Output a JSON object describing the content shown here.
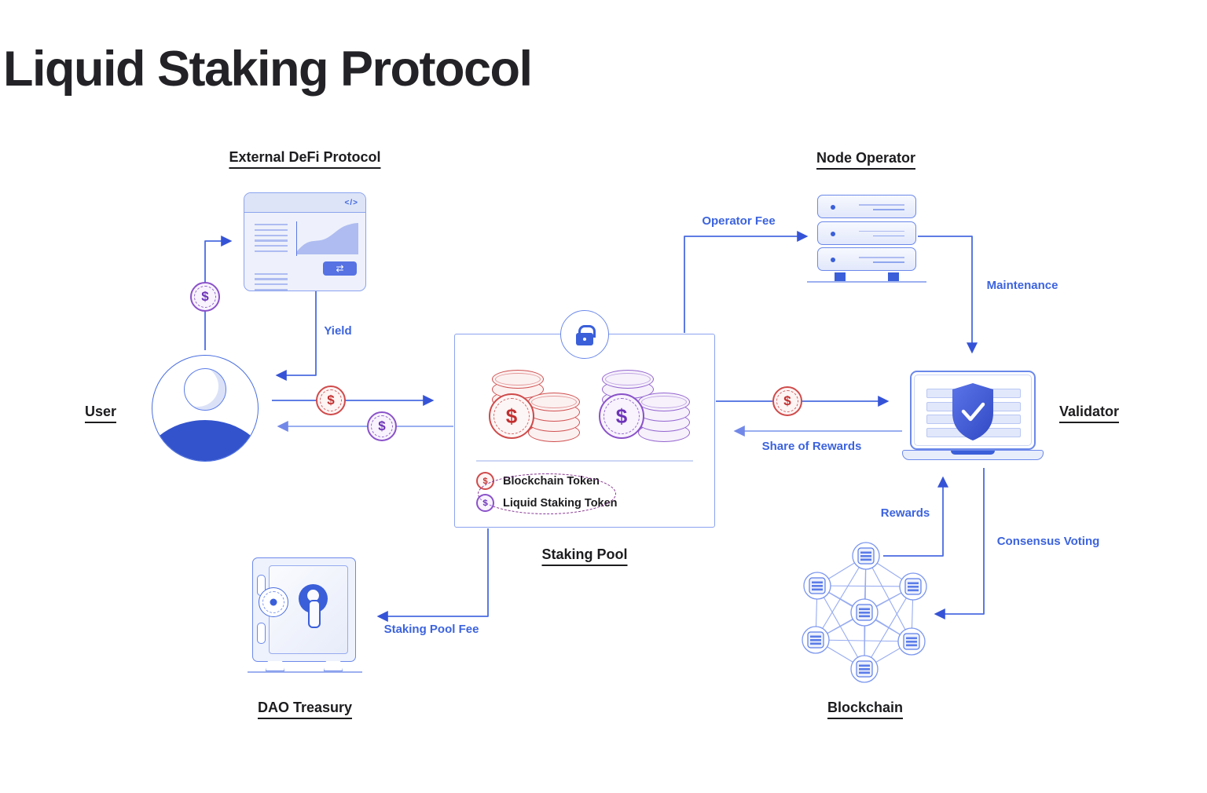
{
  "title": "Liquid Staking Protocol",
  "nodes": {
    "user": {
      "label": "User"
    },
    "defi": {
      "label": "External DeFi Protocol"
    },
    "pool": {
      "label": "Staking Pool"
    },
    "operator": {
      "label": "Node Operator"
    },
    "validator": {
      "label": "Validator"
    },
    "treasury": {
      "label": "DAO Treasury"
    },
    "blockchain": {
      "label": "Blockchain"
    }
  },
  "flows": {
    "yield": "Yield",
    "operator_fee": "Operator Fee",
    "maintenance": "Maintenance",
    "share_of_rewards": "Share of Rewards",
    "rewards": "Rewards",
    "consensus_voting": "Consensus Voting",
    "staking_pool_fee": "Staking Pool Fee"
  },
  "legend": {
    "items": [
      {
        "icon": "red-coin-icon",
        "label": "Blockchain Token"
      },
      {
        "icon": "purple-coin-icon",
        "label": "Liquid Staking Token"
      }
    ]
  },
  "icons": {
    "code": "</>",
    "swap": "⇄"
  },
  "tokens": {
    "dollar": "$"
  },
  "colors": {
    "accent_blue": "#3C63DE",
    "line_blue": "#4A6BE0",
    "token_red": "#C22F2F",
    "token_purple": "#6D33B8",
    "label_dark": "#1C1C1F"
  }
}
